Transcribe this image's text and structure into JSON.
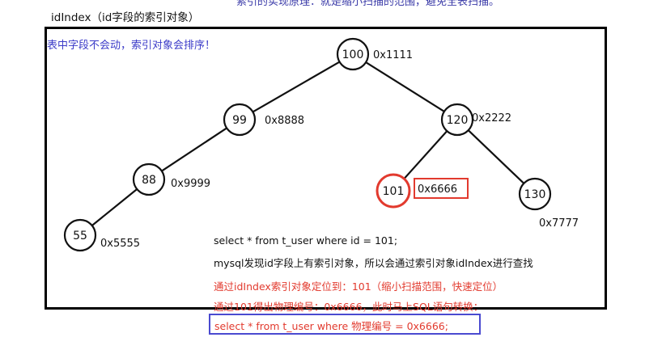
{
  "header": {
    "top_note": "索引的实现原理：就是缩小扫描的范围，避免全表扫描。",
    "title": "idIndex（id字段的索引对象）"
  },
  "diagram": {
    "frame_note": "表中字段不会动，索引对象会排序！",
    "nodes": [
      {
        "id": "100",
        "value": "100",
        "address": "0x1111"
      },
      {
        "id": "99",
        "value": "99",
        "address": "0x8888"
      },
      {
        "id": "120",
        "value": "120",
        "address": "0x2222"
      },
      {
        "id": "88",
        "value": "88",
        "address": "0x9999"
      },
      {
        "id": "101",
        "value": "101",
        "address": "0x6666",
        "highlighted": true
      },
      {
        "id": "130",
        "value": "130",
        "address": "0x7777"
      },
      {
        "id": "55",
        "value": "55",
        "address": "0x5555"
      }
    ],
    "edges": [
      [
        "100",
        "99"
      ],
      [
        "100",
        "120"
      ],
      [
        "99",
        "88"
      ],
      [
        "88",
        "55"
      ],
      [
        "120",
        "101"
      ],
      [
        "120",
        "130"
      ]
    ],
    "highlight_color": "#e23a2e"
  },
  "explanation": {
    "line1": "select * from t_user where id = 101;",
    "line2": "mysql发现id字段上有索引对象，所以会通过索引对象idIndex进行查找",
    "line3": "通过idIndex索引对象定位到：101（缩小扫描范围，快速定位）",
    "line4": "通过101得出物理编号：0x6666，此时马上SQL语句转换：",
    "line5": "select * from t_user where 物理编号 = 0x6666;"
  }
}
